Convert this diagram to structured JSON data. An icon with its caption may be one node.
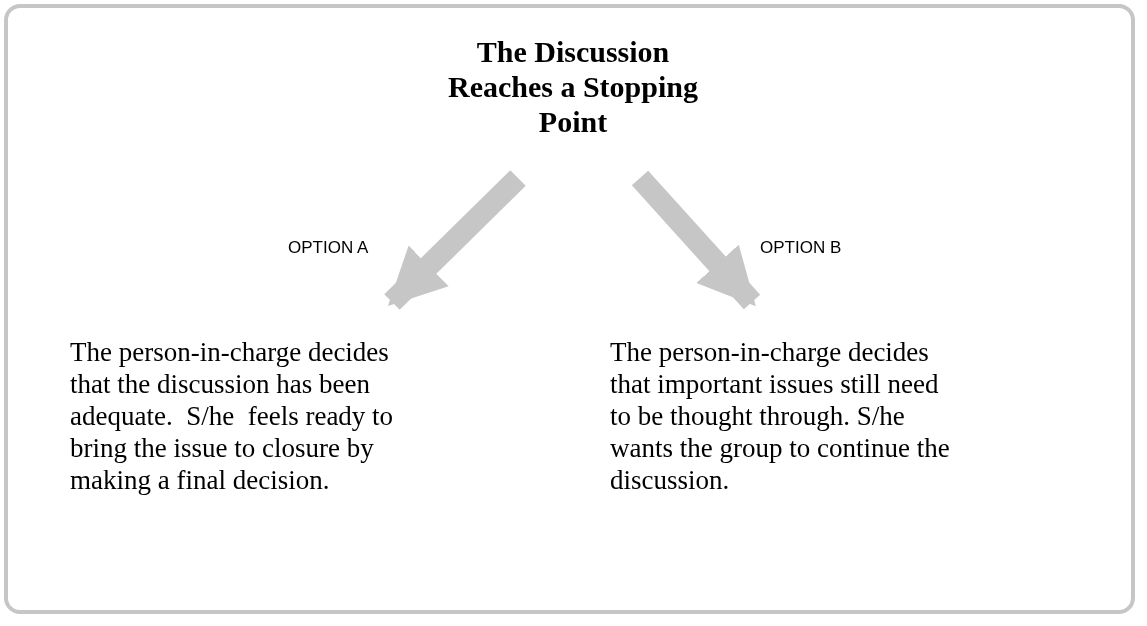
{
  "diagram": {
    "nodes": [
      {
        "text": [
          "The Discussion Reaches a Stopping Point"
        ]
      },
      {
        "text": [
          "The person-in-charge decides that the discussion has been adequate.  S/he  feels ready to bring the issue to closure by making a final decision."
        ]
      },
      {
        "text": [
          "The person-in-charge decides that important issues still need to be thought through. S/he wants the group to continue the discussion."
        ]
      }
    ],
    "edges": [
      {
        "from": 0,
        "to": 1,
        "arrow": "to",
        "label": "OPTION A"
      },
      {
        "from": 0,
        "to": 2,
        "arrow": "to",
        "label": "OPTION B"
      }
    ]
  }
}
